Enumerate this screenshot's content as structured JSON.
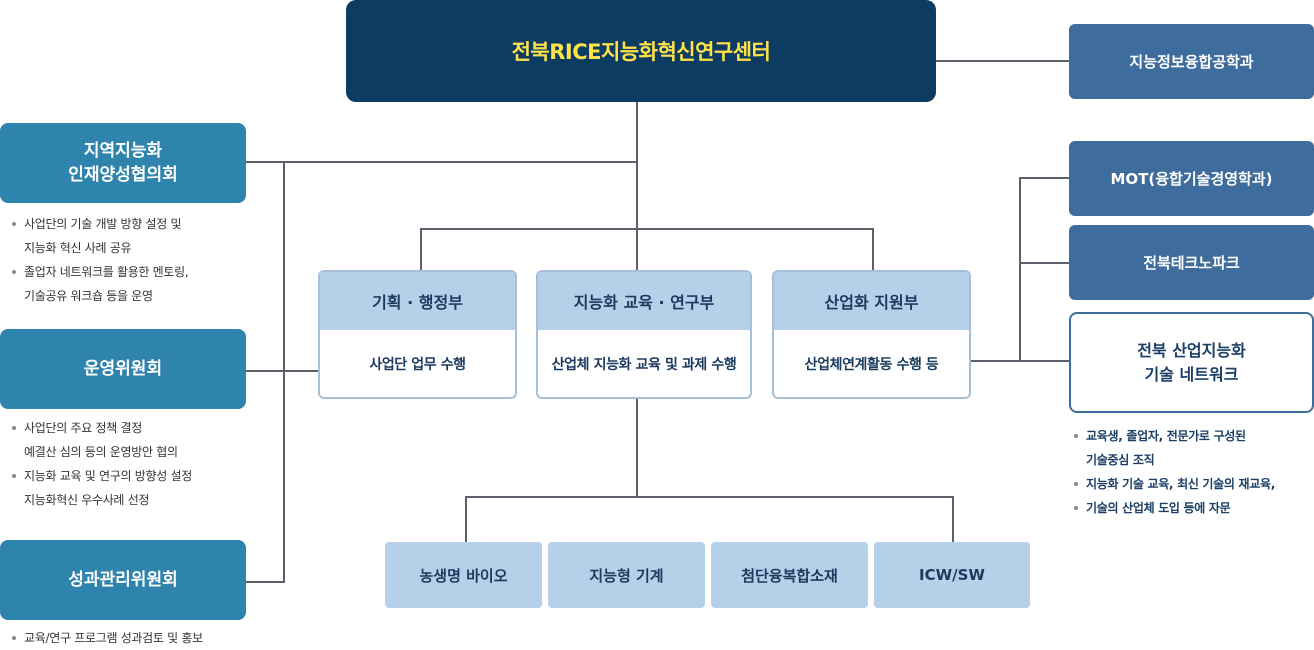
{
  "center": {
    "title": "전북RICE지능화혁신연구센터"
  },
  "left_committees": [
    {
      "name": "지역지능화\n인재양성협의회",
      "notes": [
        [
          "사업단의 기술 개발 방향 설정 및",
          "지능화 혁신 사례 공유"
        ],
        [
          "졸업자 네트워크를 활용한 멘토링,",
          "기술공유 워크숍 등을 운영"
        ]
      ]
    },
    {
      "name": "운영위원회",
      "notes": [
        [
          "사업단의 주요 정책 결정",
          "예결산 심의 등의 운영방안 협의"
        ],
        [
          "지능화 교육 및 연구의 방향성 설정",
          "지능화혁신 우수사례 선정"
        ]
      ]
    },
    {
      "name": "성과관리위원회",
      "notes": [
        [
          "교육/연구 프로그램 성과검토 및 홍보"
        ]
      ]
    }
  ],
  "departments": [
    {
      "name": "기획 · 행정부",
      "role": "사업단 업무 수행"
    },
    {
      "name": "지능화 교육 · 연구부",
      "role": "산업체 지능화 교육 및 과제 수행"
    },
    {
      "name": "산업화 지원부",
      "role": "산업체연계활동 수행 등"
    }
  ],
  "research_groups": [
    "농생명 바이오",
    "지능형 기계",
    "첨단융복합소재",
    "ICW/SW"
  ],
  "right_partners": {
    "top": "지능정보융합공학과",
    "mot": "MOT(융합기술경영학과)",
    "techno": "전북테크노파크",
    "network": "전북 산업지능화\n기술 네트워크",
    "network_notes": [
      [
        "교육생, 졸업자, 전문가로 구성된",
        "기술중심 조직"
      ],
      [
        "지능화 기술 교육, 최신 기술의 재교육,"
      ],
      [
        "기술의 산업체 도입 등에 자문"
      ]
    ]
  },
  "colors": {
    "center_bg": "#0d3c63",
    "center_text": "#ffe24a",
    "committee_bg": "#2e84ac",
    "partner_bg": "#3e6c9c",
    "dept_head": "#b7d0ea",
    "group_bg": "#b7d0ea",
    "line": "#5a5f69"
  }
}
